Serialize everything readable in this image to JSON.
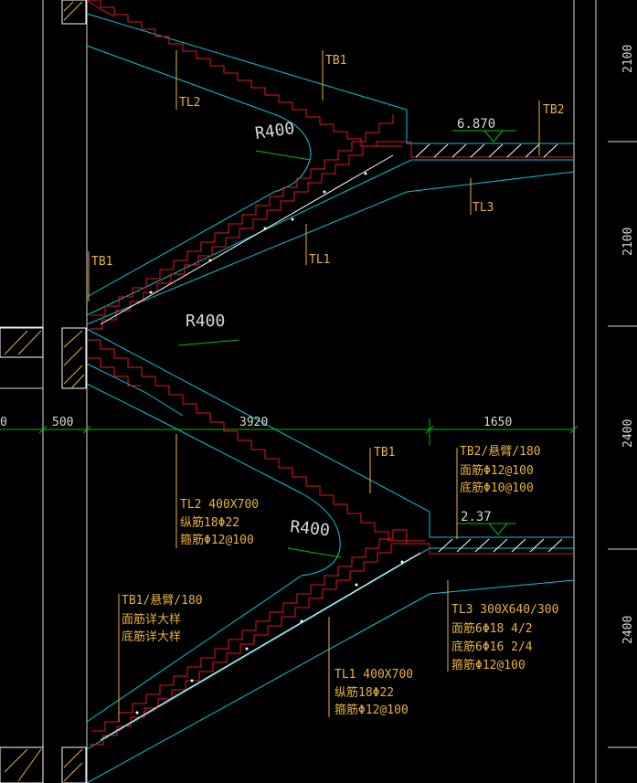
{
  "drawing": {
    "radius_labels": [
      "R400",
      "R400",
      "R400"
    ],
    "members": {
      "tb1_top": "TB1",
      "tl2_top": "TL2",
      "tb2_top": "TB2",
      "elev_top": "6.870",
      "tl3_top": "TL3",
      "tl1_mid": "TL1",
      "tb1_mid": "TB1",
      "tb1_lower": "TB1"
    },
    "dimensions": {
      "left_partial": "0",
      "d500": "500",
      "d3920": "3920",
      "d1650": "1650",
      "v2100a": "2100",
      "v2100b": "2100",
      "v2400a": "2400",
      "v2400b": "2400"
    },
    "notes": {
      "tl2": [
        "TL2 400X700",
        "纵筋18Φ22",
        "箍筋Φ12@100"
      ],
      "tb2": [
        "TB2/悬臂/180",
        "面筋Φ12@100",
        "底筋Φ10@100"
      ],
      "elev_lower": "2.37",
      "tb1": [
        "TB1/悬臂/180",
        "面筋详大样",
        "底筋详大样"
      ],
      "tl3": [
        "TL3 300X640/300",
        "面筋6Φ18 4/2",
        "底筋6Φ16 2/4",
        "箍筋Φ12@100"
      ],
      "tl1": [
        "TL1 400X700",
        "纵筋18Φ22",
        "箍筋Φ12@100"
      ]
    },
    "colors": {
      "background": "#000000",
      "outline": "#00c8d8",
      "stair_steps": "#e01818",
      "annotation_text": "#e8b23a",
      "dimension_lines": "#00c000",
      "grid_lines": "#d8d8d8"
    }
  }
}
